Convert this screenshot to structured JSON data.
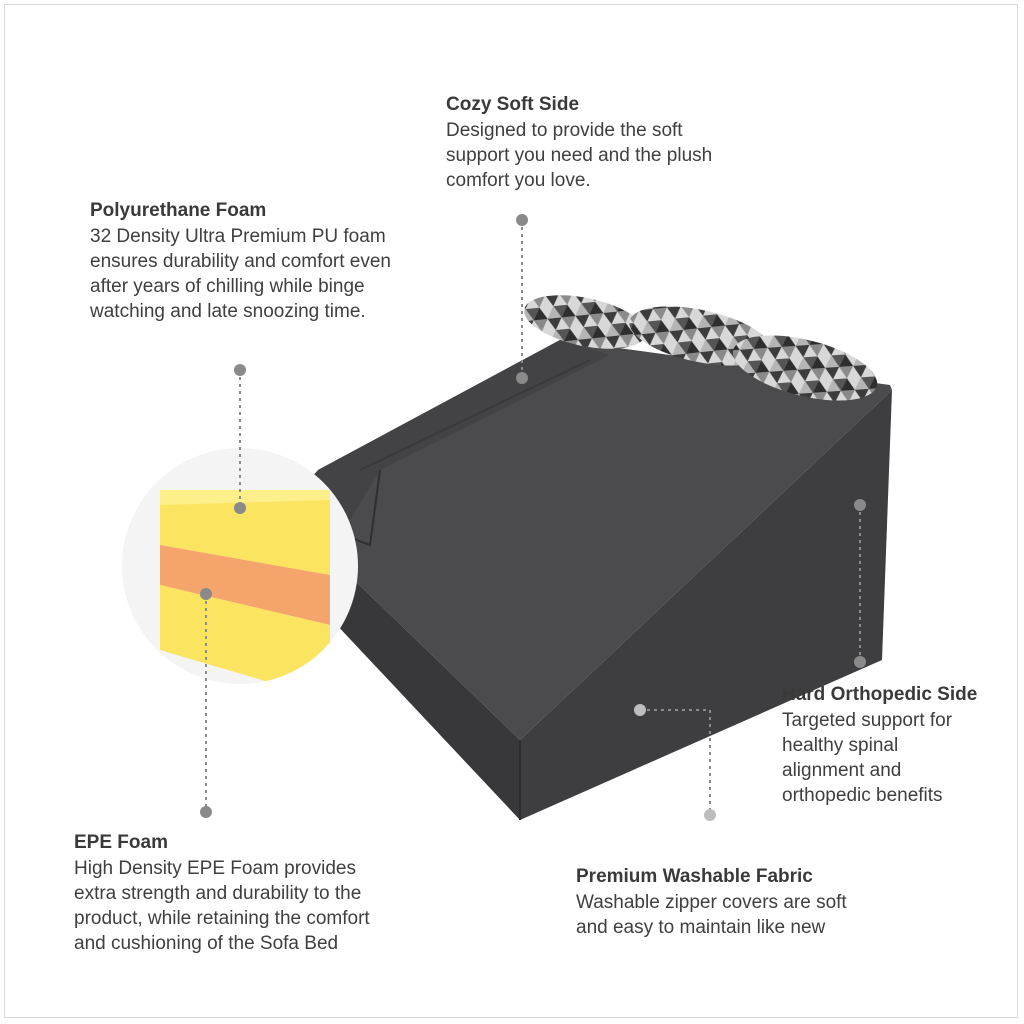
{
  "callouts": {
    "cozy": {
      "title": "Cozy Soft Side",
      "description": "Designed to provide the soft\nsupport you need and the plush\ncomfort you love."
    },
    "pu_foam": {
      "title": "Polyurethane Foam",
      "description": "32 Density Ultra Premium PU foam\nensures durability and comfort even\nafter years of chilling while binge\nwatching and late snoozing time."
    },
    "ortho": {
      "title": "Hard Orthopedic Side",
      "description": "Targeted support for\nhealthy spinal\nalignment and\northopedic benefits"
    },
    "epe_foam": {
      "title": "EPE Foam",
      "description": "High Density EPE Foam provides\nextra strength and durability to the\nproduct, while retaining the comfort\nand cushioning of the Sofa Bed"
    },
    "fabric": {
      "title": "Premium Washable Fabric",
      "description": "Washable zipper covers are soft\nand easy to maintain like new"
    }
  },
  "colors": {
    "fabric_top": "#4a4a4c",
    "fabric_side": "#3a3a3c",
    "foam_yellow": "#fbe45f",
    "foam_orange": "#f5a46b",
    "leader": "#8c8c8c"
  },
  "icons": [
    "callout-dot-icon",
    "pillow-pattern-icon"
  ]
}
